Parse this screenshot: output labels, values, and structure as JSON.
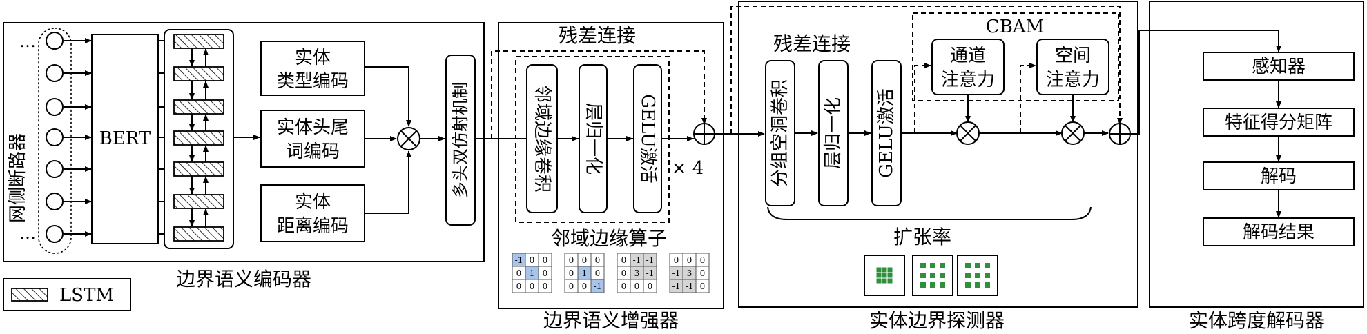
{
  "legend": {
    "lstm": "LSTM"
  },
  "encoder": {
    "caption": "边界语义编码器",
    "input_label": "网侧断路器",
    "bert": "BERT",
    "type_enc": [
      "实体",
      "类型编码"
    ],
    "headtail_enc": [
      "实体头尾",
      "词编码"
    ],
    "dist_enc": [
      "实体",
      "距离编码"
    ],
    "attn": "多头双仿射机制"
  },
  "enhancer": {
    "caption": "边界语义增强器",
    "residual": "残差连接",
    "conv": "邻域边缘卷积",
    "norm": "层归一化",
    "gelu": "GELU激活",
    "repeat": "× 4",
    "operator_title": "邻域边缘算子",
    "kernels": [
      [
        [
          "-1",
          "0",
          "0"
        ],
        [
          "0",
          "1",
          "0"
        ],
        [
          "0",
          "0",
          "0"
        ]
      ],
      [
        [
          "0",
          "0",
          "0"
        ],
        [
          "0",
          "1",
          "0"
        ],
        [
          "0",
          "0",
          "-1"
        ]
      ],
      [
        [
          "0",
          "-1",
          "-1"
        ],
        [
          "0",
          "3",
          "-1"
        ],
        [
          "0",
          "0",
          "0"
        ]
      ],
      [
        [
          "0",
          "0",
          "0"
        ],
        [
          "-1",
          "3",
          "0"
        ],
        [
          "-1",
          "-1",
          "0"
        ]
      ]
    ]
  },
  "detector": {
    "caption": "实体边界探测器",
    "residual": "残差连接",
    "conv": "分组空洞卷积",
    "norm": "层归一化",
    "gelu": "GELU激活",
    "cbam": "CBAM",
    "channel_attn": [
      "通道",
      "注意力"
    ],
    "spatial_attn": [
      "空间",
      "注意力"
    ],
    "dilation": "扩张率"
  },
  "decoder": {
    "caption": "实体跨度解码器",
    "steps": [
      "感知器",
      "特征得分矩阵",
      "解码",
      "解码结果"
    ]
  },
  "colors": {
    "kernel_blue": "#a9c4ea",
    "kernel_gray": "#d5d5d5",
    "dilation_green": "#2f8f3a"
  }
}
